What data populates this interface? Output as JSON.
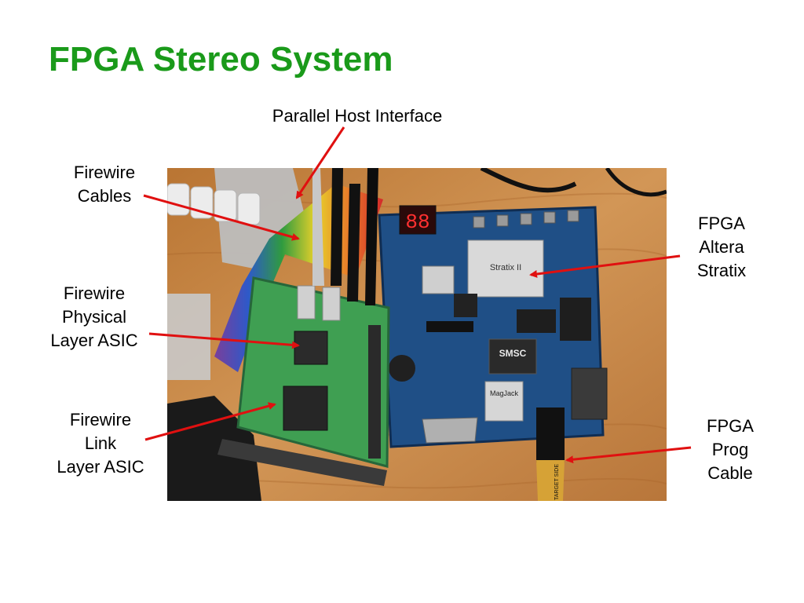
{
  "slide": {
    "title": "FPGA Stereo System"
  },
  "labels": {
    "parallel_host": {
      "line1": "Parallel Host Interface"
    },
    "firewire_cables": {
      "line1": "Firewire",
      "line2": "Cables"
    },
    "firewire_phy": {
      "line1": "Firewire",
      "line2": "Physical",
      "line3": "Layer ASIC"
    },
    "firewire_link": {
      "line1": "Firewire",
      "line2": "Link",
      "line3": "Layer ASIC"
    },
    "fpga_altera": {
      "line1": "FPGA",
      "line2": "Altera",
      "line3": "Stratix"
    },
    "fpga_prog": {
      "line1": "FPGA",
      "line2": "Prog",
      "line3": "Cable"
    }
  },
  "photo_text": {
    "display_digits": "88",
    "chip_stratix": "Stratix II",
    "chip_smsc": "SMSC",
    "magjack": "MagJack",
    "prog_cable": "TARGET SIDE"
  },
  "colors": {
    "title": "#1a9a1a",
    "arrow": "#e01010",
    "board_blue": "#1f4f86",
    "daughter_green": "#3f9f52",
    "wood": "#c98a4b"
  }
}
